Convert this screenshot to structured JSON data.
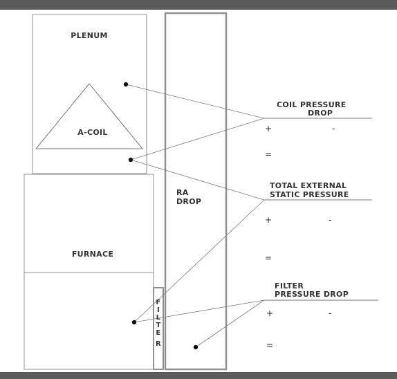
{
  "labels": {
    "plenum": "PLENUM",
    "acoil": "A-COIL",
    "furnace": "FURNACE",
    "ra_line1": "RA",
    "ra_line2": "DROP",
    "filter_letters": [
      "F",
      "I",
      "L",
      "T",
      "E",
      "R"
    ]
  },
  "readouts": {
    "coil": {
      "line1": "COIL PRESSURE",
      "line2": "DROP",
      "plus": "+",
      "minus": "-",
      "equals": "="
    },
    "total": {
      "line1": "TOTAL EXTERNAL",
      "line2": "STATIC PRESSURE",
      "plus": "+",
      "minus": "-",
      "equals": "="
    },
    "filter": {
      "line1": "FILTER",
      "line2": "PRESSURE DROP",
      "plus": "+",
      "minus": "-",
      "equals": "="
    }
  },
  "colors": {
    "border": "#909090",
    "line": "#7a7a7a",
    "text": "#333333",
    "bar": "#5a5a5a"
  }
}
